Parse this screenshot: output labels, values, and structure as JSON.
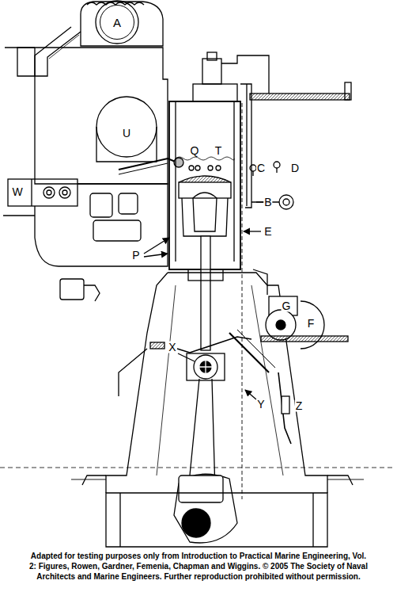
{
  "diagram": {
    "caption": "Adapted for testing purposes only from Introduction to Practical Marine Engineering, Vol. 2: Figures, Rowen, Gardner, Femenia, Chapman and Wiggins. © 2005 The Society of Naval Architects and Marine Engineers. Further reproduction prohibited without permission.",
    "nodes": [
      {
        "text": [
          "A"
        ]
      }
    ],
    "labels": [
      "U",
      "Q",
      "T",
      "C",
      "D",
      "W",
      "B",
      "E",
      "P",
      "G",
      "F",
      "X",
      "Y",
      "Z"
    ]
  }
}
